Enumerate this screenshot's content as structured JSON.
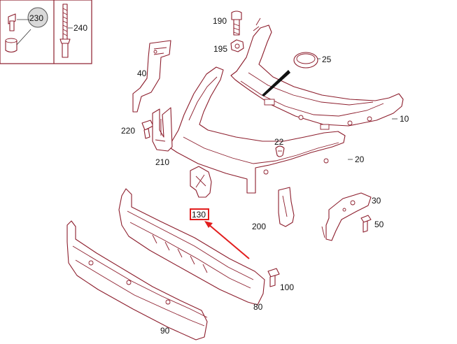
{
  "colors": {
    "line": "#8c1d2c",
    "highlight": "#e21d1d",
    "text": "#111111",
    "background": "#ffffff"
  },
  "callouts": {
    "p230": "230",
    "p240": "240",
    "p190": "190",
    "p195": "195",
    "p25": "25",
    "p40": "40",
    "p220": "220",
    "p210": "210",
    "p10": "10",
    "p22": "22",
    "p20": "20",
    "p130": "130",
    "p30": "30",
    "p50": "50",
    "p200": "200",
    "p100": "100",
    "p80": "80",
    "p90": "90"
  },
  "highlight": {
    "part": "130"
  }
}
